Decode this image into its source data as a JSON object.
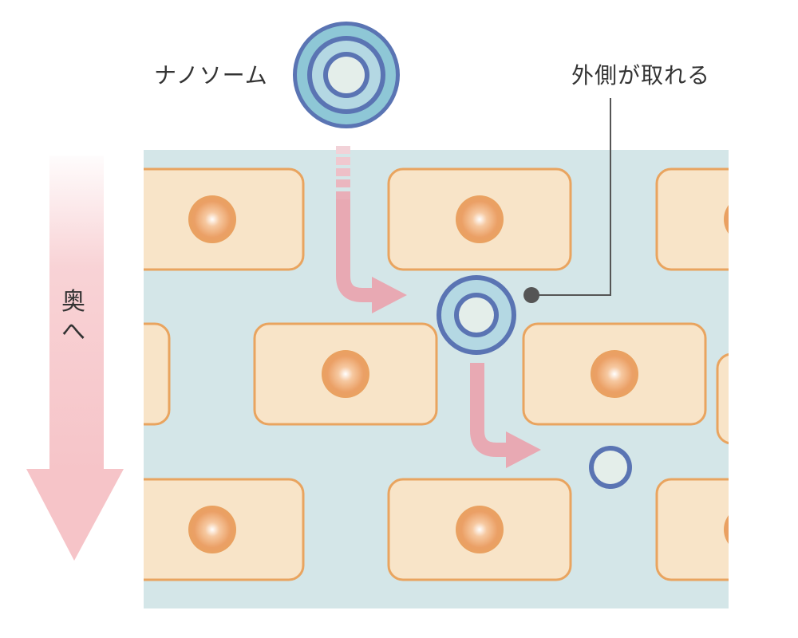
{
  "labels": {
    "nanosome": "ナノソーム",
    "outer_layer_removed": "外側が取れる",
    "deeper": "奥へ"
  },
  "colors": {
    "tissue_background": "#d4e6e8",
    "cell_fill": "#f8e4c8",
    "cell_border": "#e9a45f",
    "nucleus": "#e89a55",
    "arrow_pink": "#e8a9b3",
    "depth_arrow": "#f6c4c8",
    "nanosome_ring_dark": "#5a74b3",
    "nanosome_ring_light": "#8ec7d6",
    "nanosome_core": "#e4eeea",
    "pointer": "#555555"
  },
  "icons": {
    "nanosome": "layered-sphere-icon",
    "cell": "cell-with-nucleus",
    "depth": "down-arrow"
  }
}
